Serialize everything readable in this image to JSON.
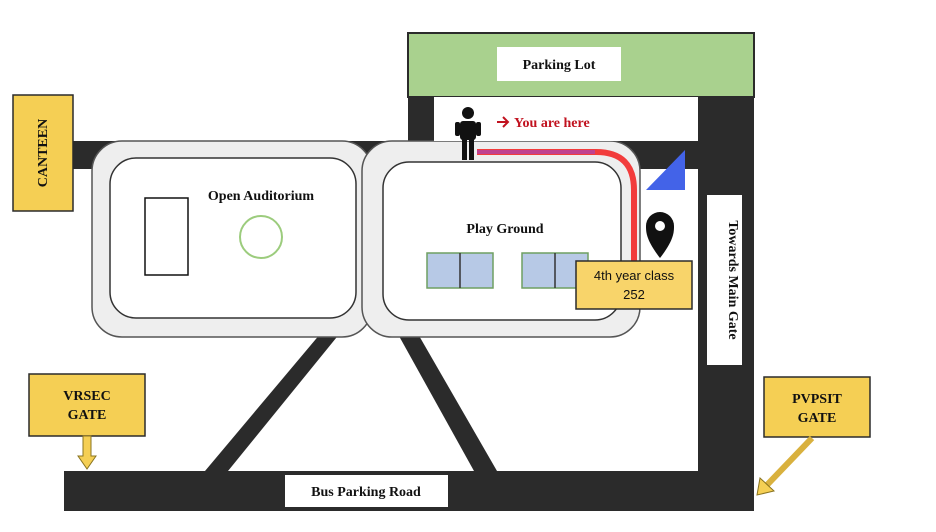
{
  "labels": {
    "parking_lot": "Parking Lot",
    "you_are_here": "You are here",
    "canteen": "CANTEEN",
    "open_auditorium": "Open Auditorium",
    "play_ground": "Play Ground",
    "towards_main_gate": "Towards Main Gate",
    "class_line1": "4th year class",
    "class_line2": "252",
    "vrsec_line1": "VRSEC",
    "vrsec_line2": "GATE",
    "pvpsit_line1": "PVPSIT",
    "pvpsit_line2": "GATE",
    "bus_parking_road": "Bus Parking Road"
  },
  "colors": {
    "road": "#2b2b2b",
    "parking_green": "#a9d18e",
    "label_yellow": "#f5cf54",
    "class_label_yellow": "#f8d46a",
    "route_red": "#f23c3c",
    "route_purple": "#c0418f",
    "pointer_blue": "#4363e8",
    "you_are_here_red": "#c1121f",
    "seat_blue": "#b7c9e6",
    "circle_green": "#9ccc7d"
  },
  "icons": [
    "person-icon",
    "arrow-right-icon",
    "map-pin-icon",
    "direction-triangle-icon",
    "down-arrow-icon",
    "diagonal-arrow-icon"
  ]
}
